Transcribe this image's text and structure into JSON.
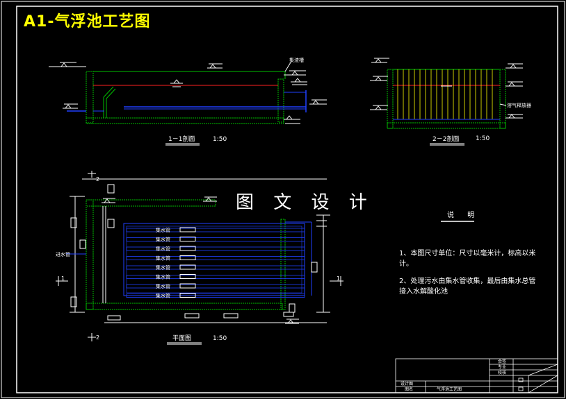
{
  "title": "A1-气浮池工艺图",
  "watermark": "图 文 设 计",
  "section11": {
    "label": "1－1剖面",
    "scale": "1:50",
    "tank_label": "集渣槽"
  },
  "section22": {
    "label": "2－2剖面",
    "scale": "1:50",
    "device_label": "溶气释放器"
  },
  "plan": {
    "label": "平面图",
    "scale": "1:50",
    "inlet_label": "进水管",
    "pipe_label": "集水管",
    "pipe_count": 8,
    "cut_marks": {
      "c1": "1",
      "c2": "2"
    }
  },
  "notes": {
    "title": "说 明",
    "items": [
      "1、本图尺寸单位：尺寸以毫米计，标高以米计。",
      "2、处理污水由集水管收集，最后由集水总管接入水解酸化池"
    ]
  },
  "titleblock": {
    "design_label": "设计图",
    "drawing_label": "图名",
    "drawing_name": "气浮池工艺图",
    "cells": [
      "会签",
      "专业",
      "校核"
    ]
  },
  "colors": {
    "wall": "#00c000",
    "water": "#ff2020",
    "pipe": "#2040ff",
    "line": "#ffffff",
    "title": "#ffff00"
  }
}
